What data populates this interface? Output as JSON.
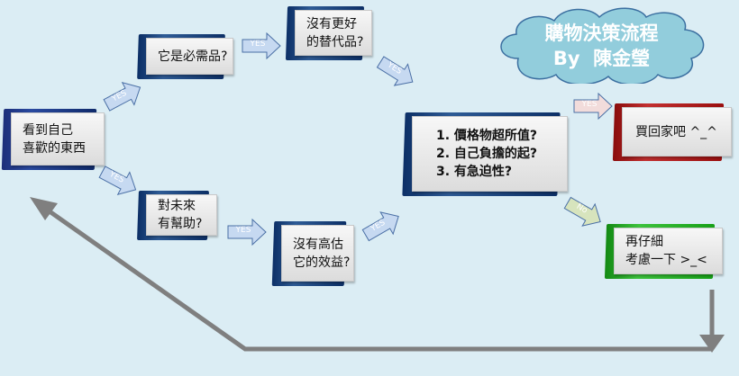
{
  "title": {
    "line1": "購物決策流程",
    "line2": "By  陳金瑩"
  },
  "nodes": {
    "start": "看到自己\n喜歡的東西",
    "necessity": "它是必需品?",
    "alternative": "沒有更好\n的替代品?",
    "future": "對未來\n有幫助?",
    "overestimate": "沒有高估\n它的效益?",
    "checklist": [
      "1. 價格物超所值?",
      "2. 自己負擔的起?",
      "3. 有急迫性?"
    ],
    "buy": "買回家吧 ^_^",
    "rethink": "再仔細\n考慮一下  >_<"
  },
  "arrows": {
    "yes": "YES",
    "no": "No"
  },
  "colors": {
    "background": "#dbedf4",
    "yes_arrow": "#c6d9f1",
    "buy_arrow": "#f2dcdb",
    "no_arrow": "#d7e4bd",
    "cloud": "#92cddc",
    "loop": "#808080"
  }
}
